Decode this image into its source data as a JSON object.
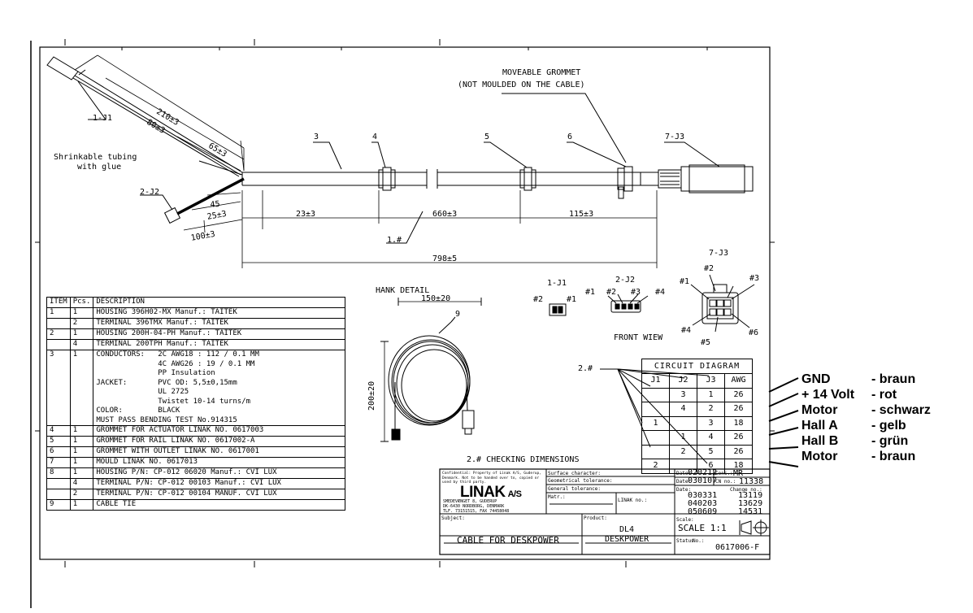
{
  "labels": {
    "j1_ref": "1-J1",
    "j2_ref": "2-J2",
    "j3_ref": "7-J3",
    "moveable": "MOVEABLE GROMMET",
    "not_moulded": "(NOT MOULDED ON THE CABLE)",
    "shrink1": "Shrinkable tubing",
    "shrink2": "with glue",
    "item3": "3",
    "item4": "4",
    "item5": "5",
    "item6": "6",
    "item1_hash": "1.#",
    "item9": "9",
    "hank": "HANK DETAIL",
    "front_view": "FRONT WIEW",
    "checking": "2.# CHECKING DIMENSIONS",
    "circuit_ref": "2.#"
  },
  "dimensions": {
    "d210": "210±3",
    "d80": "80±3",
    "d65": "65±3",
    "d45": "45",
    "d25": "25±3",
    "d100": "100±3",
    "d23": "23±3",
    "d660": "660±3",
    "d115": "115±3",
    "d798": "798±5",
    "d150": "150±20",
    "d200": "200±20"
  },
  "connectors": {
    "j1_title": "1-J1",
    "j1_p2": "#2",
    "j1_p1": "#1",
    "j2_title": "2-J2",
    "j2_p1": "#1",
    "j2_p2": "#2",
    "j2_p3": "#3",
    "j2_p4": "#4",
    "j3_title": "7-J3",
    "j3_p1": "#1",
    "j3_p2": "#2",
    "j3_p3": "#3",
    "j3_p4": "#4",
    "j3_p5": "#5",
    "j3_p6": "#6"
  },
  "bom": {
    "headers": [
      "ITEM",
      "Pcs.",
      "DESCRIPTION"
    ],
    "rows": [
      [
        "1",
        "1",
        "HOUSING 396H02-MX Manuf.: TAITEK"
      ],
      [
        "",
        "2",
        "TERMINAL 396TMX Manuf.: TAITEK"
      ],
      [
        "2",
        "1",
        "HOUSING 200H-04-PH Manuf.: TAITEK"
      ],
      [
        "",
        "4",
        "TERMINAL 200TPH Manuf.: TAITEK"
      ],
      [
        "3",
        "1",
        "CONDUCTORS:   2C AWG18 : 112 / 0.1 MM\n              4C AWG26 : 19 / 0.1 MM\n              PP Insulation\nJACKET:       PVC OD: 5,5±0,15mm\n              UL 2725\n              Twistet 10-14 turns/m\nCOLOR:        BLACK\nMUST PASS BENDING TEST No.914315"
      ],
      [
        "4",
        "1",
        "GROMMET FOR ACTUATOR   LINAK NO. 0617003"
      ],
      [
        "5",
        "1",
        "GROMMET FOR RAIL LINAK NO. 0617002-A"
      ],
      [
        "6",
        "1",
        "GROMMET WITH OUTLET LINAK NO.  0617001"
      ],
      [
        "7",
        "1",
        "MOULD  LINAK NO. 0617013"
      ],
      [
        "8",
        "1",
        "HOUSING P/N: CP-012 06020 Manuf.: CVI LUX"
      ],
      [
        "",
        "4",
        "TERMINAL P/N: CP-012 00103 Manuf.: CVI LUX"
      ],
      [
        "",
        "2",
        "TERMINAL P/N: CP-012 00104 MANUF. CVI LUX"
      ],
      [
        "9",
        "1",
        "CABLE TIE"
      ]
    ]
  },
  "circuit": {
    "title": "CIRCUIT DIAGRAM",
    "headers": [
      "J1",
      "J2",
      "J3",
      "AWG"
    ],
    "rows": [
      [
        "",
        "3",
        "1",
        "26"
      ],
      [
        "",
        "4",
        "2",
        "26"
      ],
      [
        "1",
        "",
        "3",
        "18"
      ],
      [
        "",
        "1",
        "4",
        "26"
      ],
      [
        "",
        "2",
        "5",
        "26"
      ],
      [
        "2",
        "",
        "6",
        "18"
      ]
    ]
  },
  "wires": [
    {
      "name": "GND",
      "color": "- braun"
    },
    {
      "name": "+ 14 Volt",
      "color": "- rot"
    },
    {
      "name": "Motor",
      "color": "- schwarz"
    },
    {
      "name": "Hall A",
      "color": "- gelb"
    },
    {
      "name": "Hall B",
      "color": "- grün"
    },
    {
      "name": "Motor",
      "color": "- braun"
    }
  ],
  "titleblock": {
    "confidential": "Confidential: Property of Linak A/S, Guderup, Denmark. Not to be handed over to, copied or used by third party.",
    "logo": "LINAK",
    "logo_suffix": "A/S",
    "addr1": "SMEDEVÆNGET 8, GUDERUP",
    "addr2": "DK-6430 NORDBORG, DENMARK",
    "addr3": "TLF. 73151515, FAX 74458048",
    "surface_label": "Surface character:",
    "geom_label": "Geometrical tolerance:",
    "general_label": "General tolerance:",
    "matr_label": "Matr.:",
    "linak_no_label": "LINAK no.:",
    "date_label1": "Date:",
    "date1": "020212",
    "cons_label": "Cons.:",
    "cons": "MR",
    "date_label2": "Date:",
    "date2": "030107",
    "cn_label": "CN no.:",
    "cn": "11338",
    "date_label3": "Date:",
    "change_label": "Change no.:",
    "changes": [
      [
        "030331",
        "13119"
      ],
      [
        "040203",
        "13629"
      ],
      [
        "050609",
        "14531"
      ]
    ],
    "subject_label": "Subject:",
    "subject": "CABLE FOR DESKPOWER",
    "product_label": "Product:",
    "product1": "DL4",
    "product2": "DESKPOWER",
    "scale_label": "Scale:",
    "scale": "SCALE  1:1",
    "status_label": "Status",
    "no_label": "No.:",
    "drawing_no": "0617006-F"
  }
}
